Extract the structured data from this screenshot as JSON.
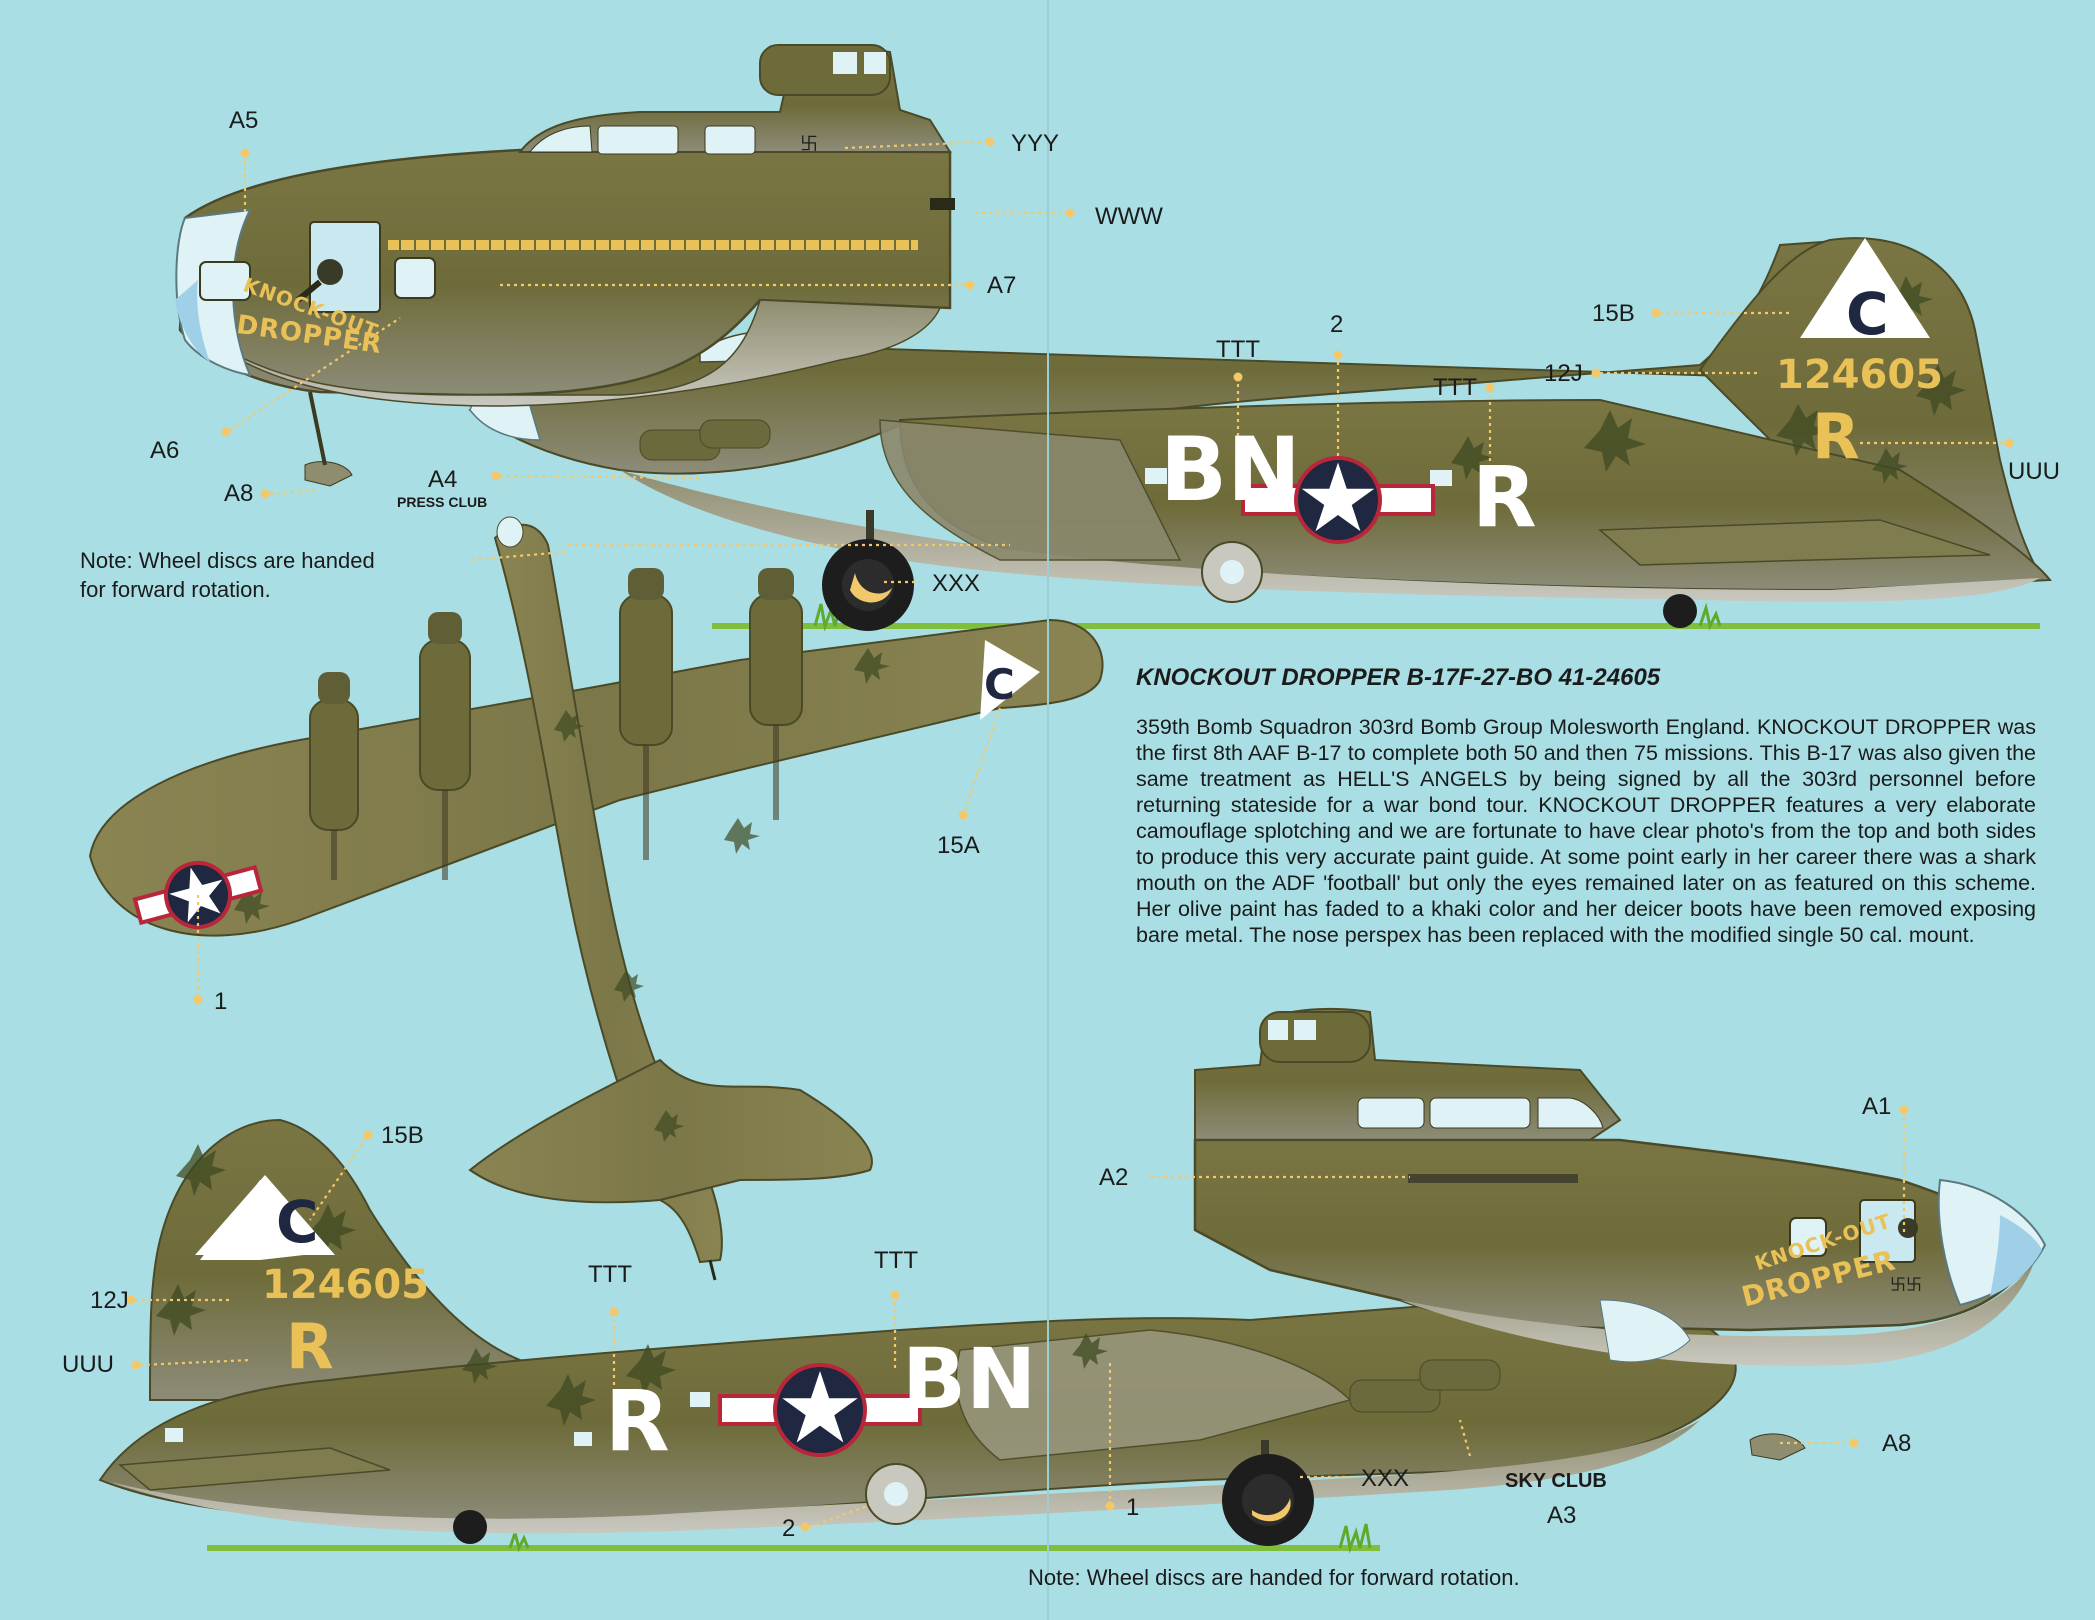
{
  "profile_title": "KNOCKOUT DROPPER B-17F-27-BO 41-24605",
  "description": "359th Bomb Squadron 303rd Bomb Group Molesworth England. KNOCKOUT DROPPER was the first 8th AAF B-17 to complete both 50 and then 75 missions. This B-17 was also given the same treatment as HELL'S ANGELS by being signed by all the 303rd personnel before returning stateside for a war bond tour. KNOCKOUT DROPPER features a very elaborate camouflage splotching and we are fortunate to have clear photo's from the top and both sides to produce this very accurate paint guide. At some point early in her career there was a shark mouth on the ADF 'football' but only the eyes remained later on as featured on this scheme. Her olive paint has faded to a khaki color and her deicer boots have been removed exposing bare metal. The nose perspex has been replaced with the modified single 50 cal. mount.",
  "notes": {
    "top_left": [
      "Note: Wheel discs are handed",
      "for forward rotation."
    ],
    "bottom": "Note: Wheel discs are handed for forward rotation."
  },
  "aircraft_markings": {
    "nose_art_line1": "KNOCK-OUT",
    "nose_art_line2": "DROPPER",
    "serial": "124605",
    "squadron_code": "BN",
    "aircraft_letter": "R",
    "tail_letter": "C",
    "club_left": "PRESS CLUB",
    "club_right": "SKY CLUB"
  },
  "callouts": {
    "a5": "A5",
    "yyy": "YYY",
    "www": "WWW",
    "a7": "A7",
    "a6": "A6",
    "a8_top": "A8",
    "a4": "A4",
    "b15_top": "15B",
    "j12_top": "12J",
    "ttt_top1": "TTT",
    "two_top": "2",
    "ttt_top2": "TTT",
    "uuu_top": "UUU",
    "xxx_top": "XXX",
    "a15": "15A",
    "one_mid": "1",
    "b15_bot": "15B",
    "j12_bot": "12J",
    "uuu_bot": "UUU",
    "ttt_bot1": "TTT",
    "ttt_bot2": "TTT",
    "two_bot": "2",
    "one_bot": "1",
    "xxx_bot": "XXX",
    "a3": "A3",
    "a2": "A2",
    "a1": "A1",
    "a8_bot": "A8"
  },
  "colors": {
    "background": "#a9dfe4",
    "olive_drab": "#6e6b3a",
    "olive_dark": "#55582c",
    "neutral_grey": "#b9b8ae",
    "insignia_blue": "#1f2840",
    "insignia_red": "#b8263a",
    "marking_yellow": "#e9c157",
    "callout_yellow": "#f4c86a",
    "perspex": "#dff3f7"
  }
}
